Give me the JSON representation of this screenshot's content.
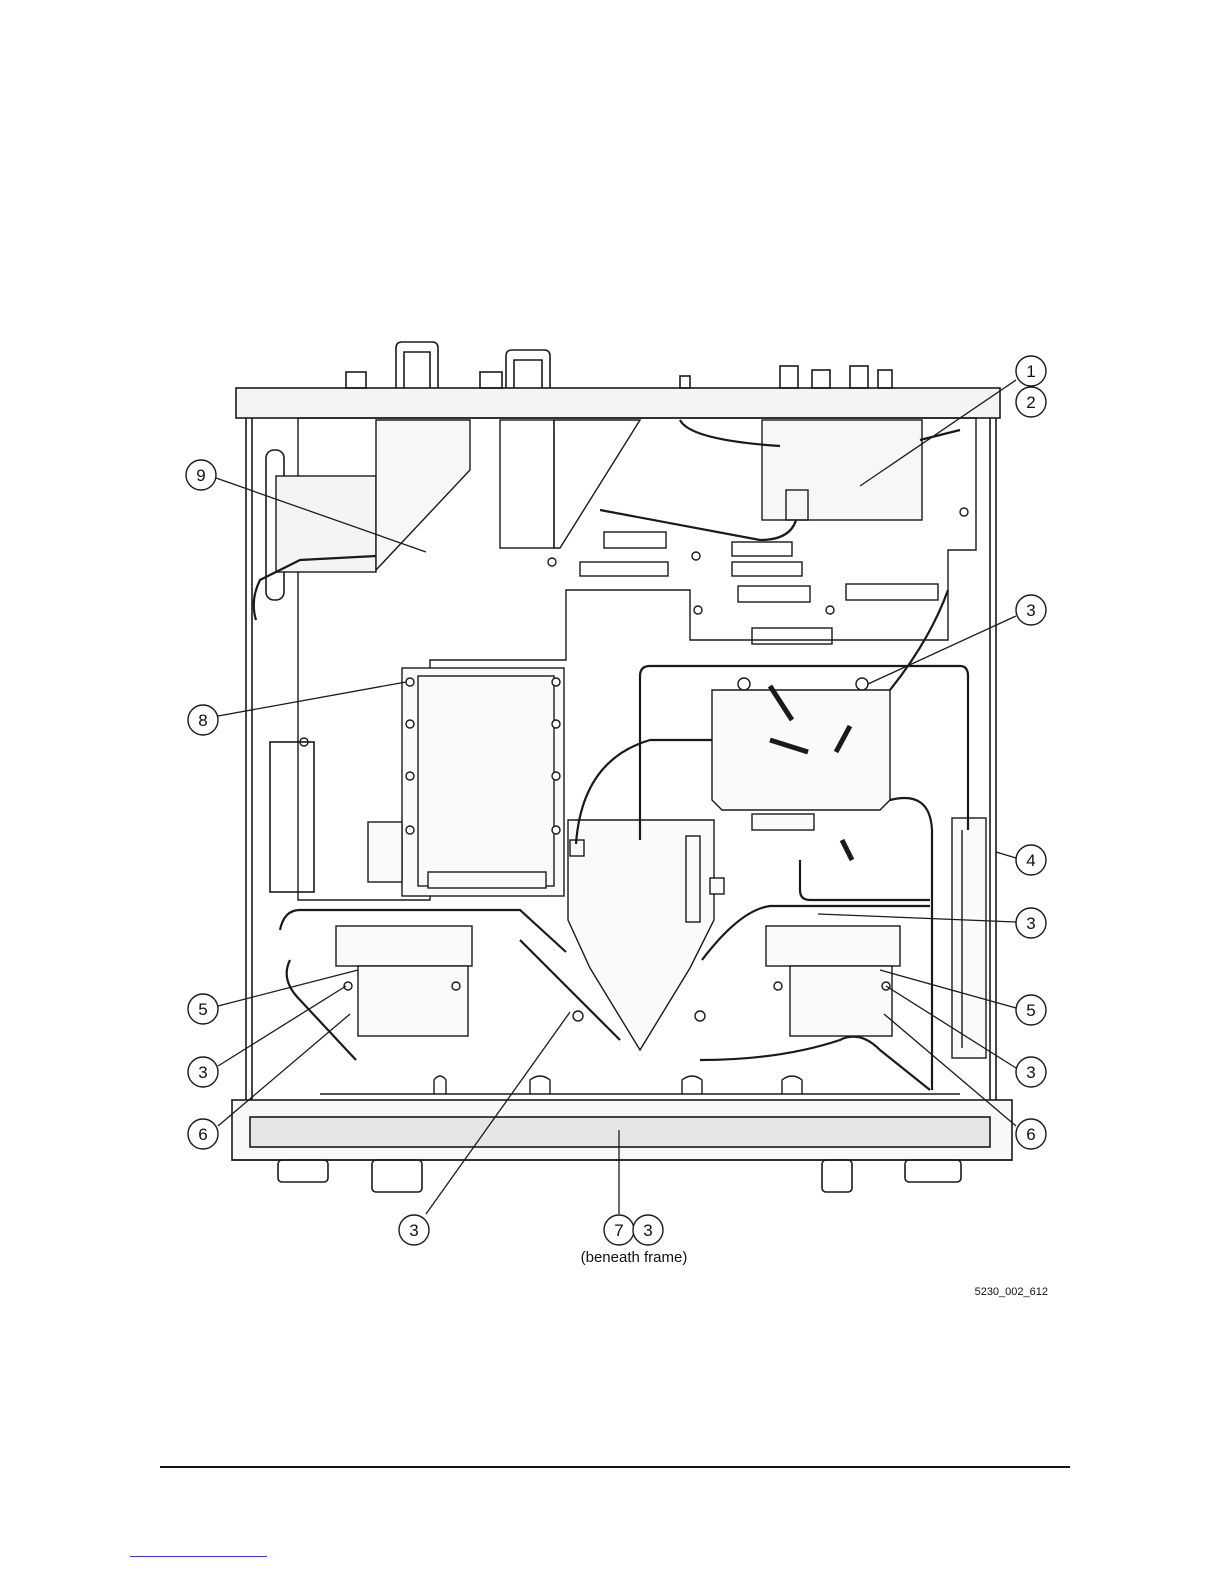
{
  "figure": {
    "id_label": "5230_002_612",
    "note": "(beneath frame)"
  },
  "callouts": [
    {
      "label": "1"
    },
    {
      "label": "2"
    },
    {
      "label": "9"
    },
    {
      "label": "3"
    },
    {
      "label": "8"
    },
    {
      "label": "4"
    },
    {
      "label": "3"
    },
    {
      "label": "5"
    },
    {
      "label": "5"
    },
    {
      "label": "3"
    },
    {
      "label": "3"
    },
    {
      "label": "6"
    },
    {
      "label": "6"
    },
    {
      "label": "3"
    },
    {
      "label": "7"
    },
    {
      "label": "3"
    }
  ],
  "colors": {
    "line": "#1a1a1a",
    "fill": "#ffffff",
    "shade": "#e6e6e6",
    "link": "#3a3ad0"
  }
}
